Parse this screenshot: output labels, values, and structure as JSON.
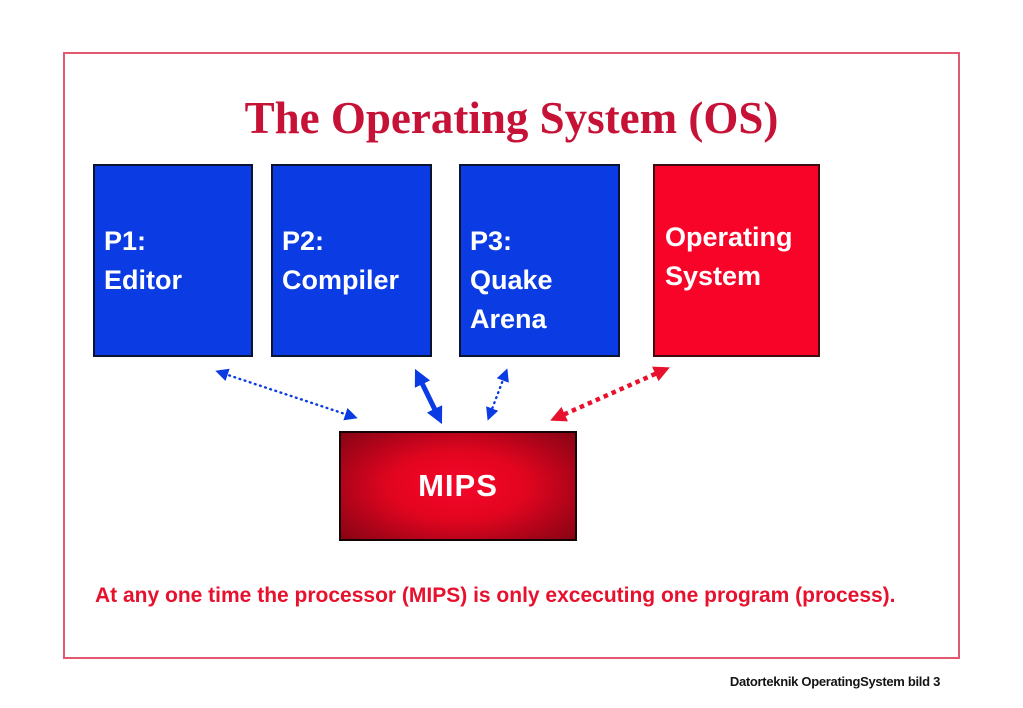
{
  "slide": {
    "title": "The Operating System (OS)",
    "note": "At any one time the processor (MIPS) is only excecuting one program (process).",
    "footer": "Datorteknik OperatingSystem bild 3"
  },
  "boxes": {
    "processes": [
      {
        "id": "P1",
        "lines": [
          "P1:",
          "Editor"
        ]
      },
      {
        "id": "P2",
        "lines": [
          "P2:",
          "Compiler"
        ]
      },
      {
        "id": "P3",
        "lines": [
          "P3:",
          "Quake",
          "Arena"
        ]
      }
    ],
    "os": {
      "lines": [
        "Operating",
        "System"
      ]
    },
    "mips": {
      "label": "MIPS"
    }
  },
  "arrows": [
    {
      "name": "p1-mips",
      "style": "dotted",
      "color": "#0b3ce3",
      "bidirectional": true
    },
    {
      "name": "p2-mips",
      "style": "solid",
      "color": "#0b3ce3",
      "bidirectional": true
    },
    {
      "name": "p3-mips",
      "style": "dotted",
      "color": "#0b3ce3",
      "bidirectional": true
    },
    {
      "name": "os-mips",
      "style": "dotted",
      "color": "#e8112d",
      "bidirectional": true
    }
  ],
  "colors": {
    "process_box_blue": "#0b3ce3",
    "os_box_red": "#f70428",
    "mips_gradient_center": "#f6062a",
    "mips_gradient_edge": "#7d0312",
    "title_red": "#c51236",
    "note_red": "#e8112d",
    "frame_pink_red": "#e25870",
    "box_text_white": "#ffffff",
    "footer_black": "#141414"
  }
}
